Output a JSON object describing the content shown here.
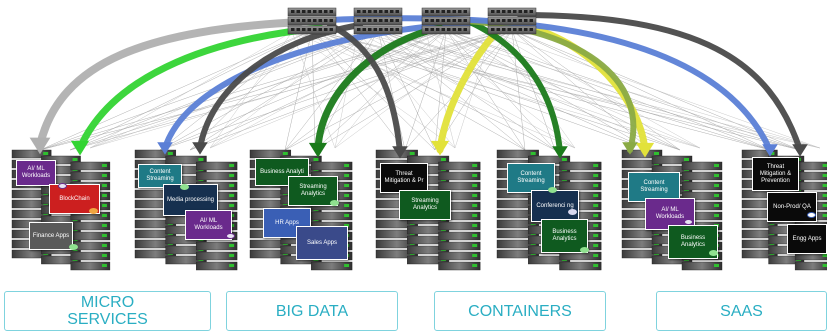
{
  "colors": {
    "arrow_gray": "#b0b0b0",
    "arrow_green": "#33d433",
    "arrow_blue": "#5b7fd6",
    "arrow_dark": "#4a4a4a",
    "arrow_darkgreen": "#1a7a1a",
    "arrow_yellow": "#e2e23a",
    "arrow_olive": "#8aaa44",
    "purple_tile": "#6a2a8c",
    "red_tile": "#cc1f1f",
    "teal_tile": "#1f7a86",
    "navy_tile": "#16304f",
    "darkgreen_tile": "#0f5a1f",
    "black_tile": "#0a0a0a",
    "blue_tile": "#3a5fb5",
    "gray_tile": "#5a5a5a",
    "category_border": "#7fd3de",
    "category_text": "#2aaec3"
  },
  "rack_groups": [
    {
      "tiles": [
        {
          "label": "AI/ ML Workloads",
          "color": "#6a2a8c"
        },
        {
          "label": "BlockChain",
          "color": "#cc1f1f"
        },
        {
          "label": "Finance Apps",
          "color": "#5a5a5a"
        }
      ]
    },
    {
      "tiles": [
        {
          "label": "Content Streaming",
          "color": "#1f7a86"
        },
        {
          "label": "Media processing",
          "color": "#16304f"
        },
        {
          "label": "AI/ ML Workloads",
          "color": "#6a2a8c"
        }
      ]
    },
    {
      "tiles": [
        {
          "label": "Business Analyti",
          "color": "#0f5a1f"
        },
        {
          "label": "Streaming Analytics",
          "color": "#0f5a1f"
        },
        {
          "label": "HR Apps",
          "color": "#3a5fb5"
        },
        {
          "label": "Sales Apps",
          "color": "#3a4a8a"
        }
      ]
    },
    {
      "tiles": [
        {
          "label": "Threat Mitigation & Pr",
          "color": "#0a0a0a"
        },
        {
          "label": "Streaming Analytics",
          "color": "#0f5a1f"
        }
      ]
    },
    {
      "tiles": [
        {
          "label": "Content Streaming",
          "color": "#1f7a86"
        },
        {
          "label": "Conferenci ng",
          "color": "#16304f"
        },
        {
          "label": "Business Analytics",
          "color": "#0f5a1f"
        }
      ]
    },
    {
      "tiles": [
        {
          "label": "Content Streaming",
          "color": "#1f7a86"
        },
        {
          "label": "AI/ ML Workloads",
          "color": "#6a2a8c"
        },
        {
          "label": "Business Analytics",
          "color": "#0f5a1f"
        }
      ]
    },
    {
      "tiles": [
        {
          "label": "Threat Mitigation & Prevention",
          "color": "#0a0a0a"
        },
        {
          "label": "Non-Prod/ QA",
          "color": "#0a0a0a"
        },
        {
          "label": "Engg Apps",
          "color": "#0a0a0a"
        }
      ]
    }
  ],
  "categories": [
    {
      "label": "MICRO SERVICES"
    },
    {
      "label": "BIG DATA"
    },
    {
      "label": "CONTAINERS"
    },
    {
      "label": "SAAS"
    }
  ]
}
